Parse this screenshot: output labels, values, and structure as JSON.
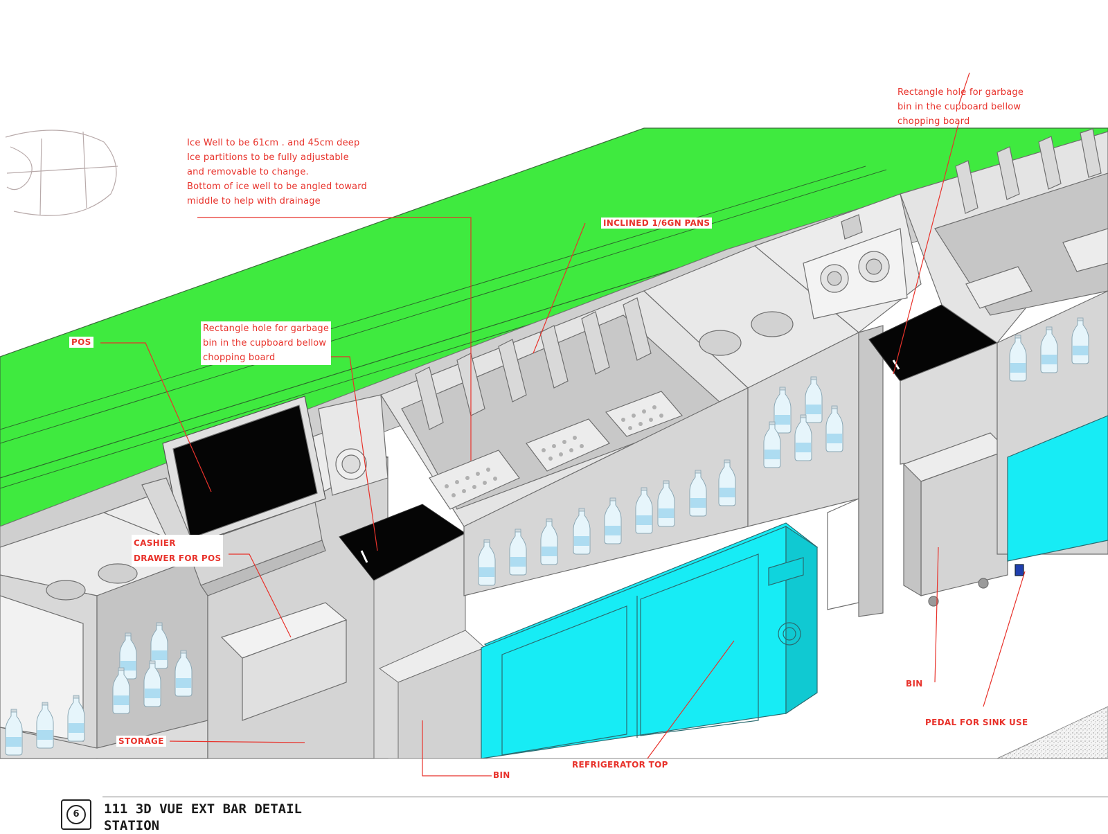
{
  "drawing": {
    "title_number": "6",
    "title_line1": "111 3D VUE EXT BAR DETAIL",
    "title_line2": "STATION"
  },
  "annotations": {
    "ice_well_note": "Ice Well to be 61cm . and 45cm deep\nIce partitions to be fully adjustable\nand removable to change.\nBottom of ice well to be angled toward\nmiddle to help with drainage",
    "garbage_hole_right": "Rectangle hole for garbage\nbin in the cupboard bellow\nchopping board",
    "garbage_hole_left": "Rectangle hole for garbage\nbin in the cupboard bellow\nchopping board",
    "inclined_pans": "INCLINED 1/6GN PANS",
    "pos": "POS",
    "cashier_drawer": "CASHIER\nDRAWER FOR POS",
    "storage": "STORAGE",
    "bin_center": "BIN",
    "bin_right": "BIN",
    "refrigerator": "REFRIGERATOR TOP",
    "pedal": "PEDAL FOR SINK USE"
  },
  "colors": {
    "bar_top": "#3fea3f",
    "refrigerator": "#17ecf5",
    "annotation": "#e8322b",
    "cabinet": "#dcdcdc",
    "screen": "#050505"
  }
}
